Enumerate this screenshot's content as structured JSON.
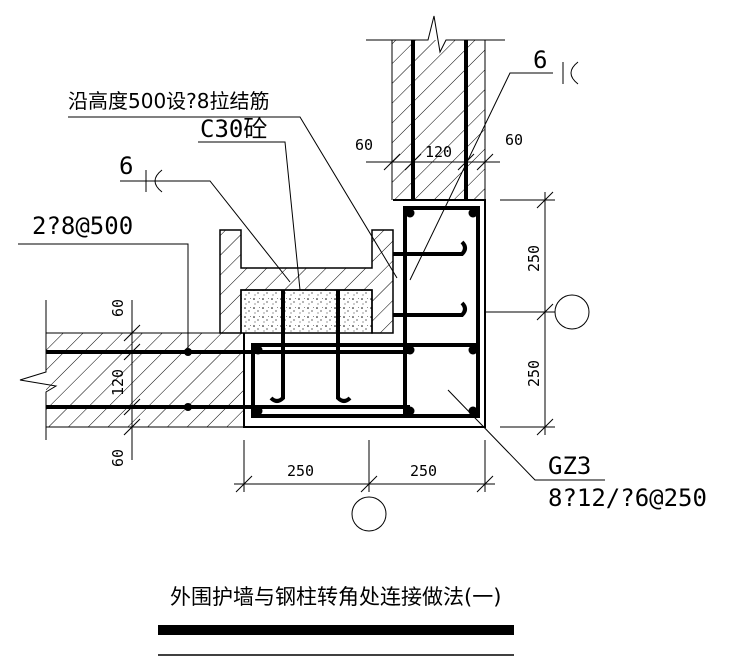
{
  "labels": {
    "tie_bar_note": "沿高度500设?8拉结筋",
    "concrete_grade": "C30砼",
    "weld_size_left": "6",
    "weld_size_right": "6",
    "wall_rebar": "2?8@500",
    "column_id": "GZ3",
    "column_rebar": "8?12/?6@250"
  },
  "dimensions": {
    "wall_left_cover_top": "60",
    "wall_left_thickness": "120",
    "wall_left_cover_bottom": "60",
    "wall_top_left_cover": "60",
    "wall_top_thickness": "120",
    "wall_top_right_cover": "60",
    "col_height_upper": "250",
    "col_height_lower": "250",
    "col_width_left": "250",
    "col_width_right": "250"
  },
  "title": {
    "text": "外围护墙与钢柱转角处连接做法(一)"
  }
}
